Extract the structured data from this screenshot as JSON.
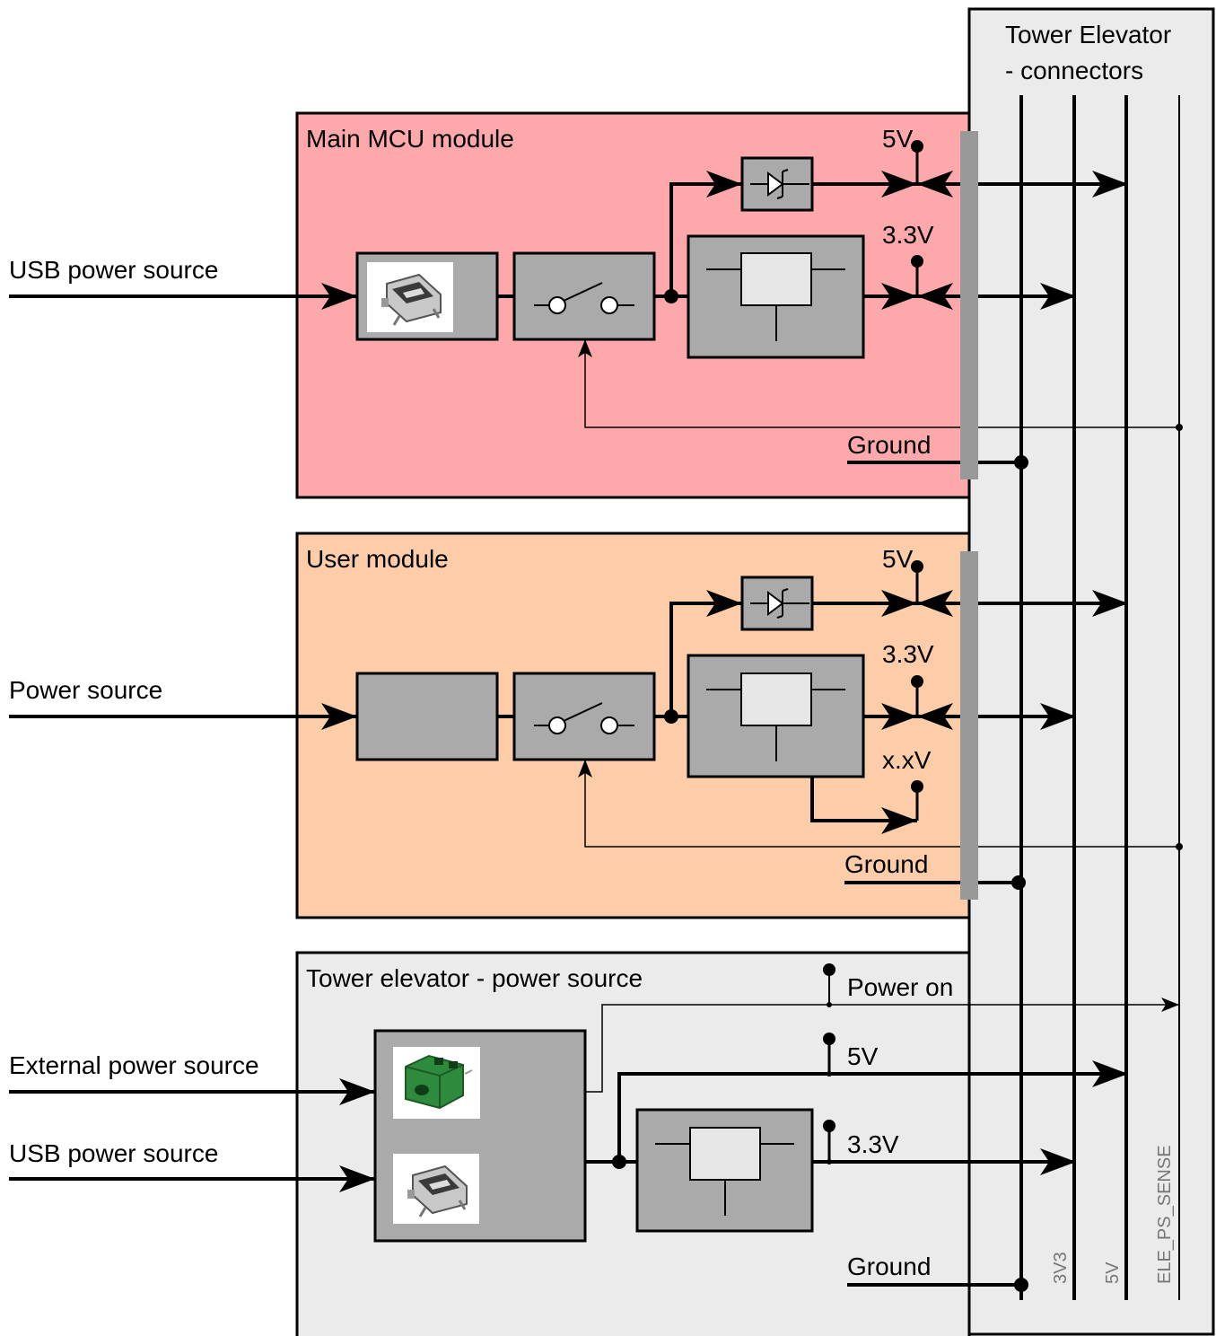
{
  "colors": {
    "mcu_module_fill": "#fda8aa",
    "user_module_fill": "#fdcca8",
    "elevator_fill": "#ebebeb",
    "block_fill": "#aaaaaa",
    "connector_bar": "#999999",
    "terminal_green": "#2e8b3e"
  },
  "elevator": {
    "title_line1": "Tower Elevator",
    "title_line2": "- connectors",
    "bus_labels": [
      "3V3",
      "5V",
      "ELE_PS_SENSE"
    ]
  },
  "mcu_module": {
    "title": "Main MCU module",
    "input_label": "USB power source",
    "rail_5v": "5V",
    "rail_3v3": "3.3V",
    "ground": "Ground",
    "icons": [
      "usb-connector-icon",
      "switch-icon",
      "diode-icon",
      "regulator-icon"
    ]
  },
  "user_module": {
    "title": "User module",
    "input_label": "Power source",
    "rail_5v": "5V",
    "rail_3v3": "3.3V",
    "rail_xv": "x.xV",
    "ground": "Ground",
    "icons": [
      "switch-icon",
      "diode-icon",
      "regulator-icon"
    ]
  },
  "elevator_power": {
    "title": "Tower elevator  - power source",
    "input_ext": "External power source",
    "input_usb": "USB power source",
    "power_on": "Power on",
    "rail_5v": "5V",
    "rail_3v3": "3.3V",
    "ground": "Ground",
    "icons": [
      "terminal-block-icon",
      "usb-connector-icon",
      "regulator-icon"
    ]
  }
}
